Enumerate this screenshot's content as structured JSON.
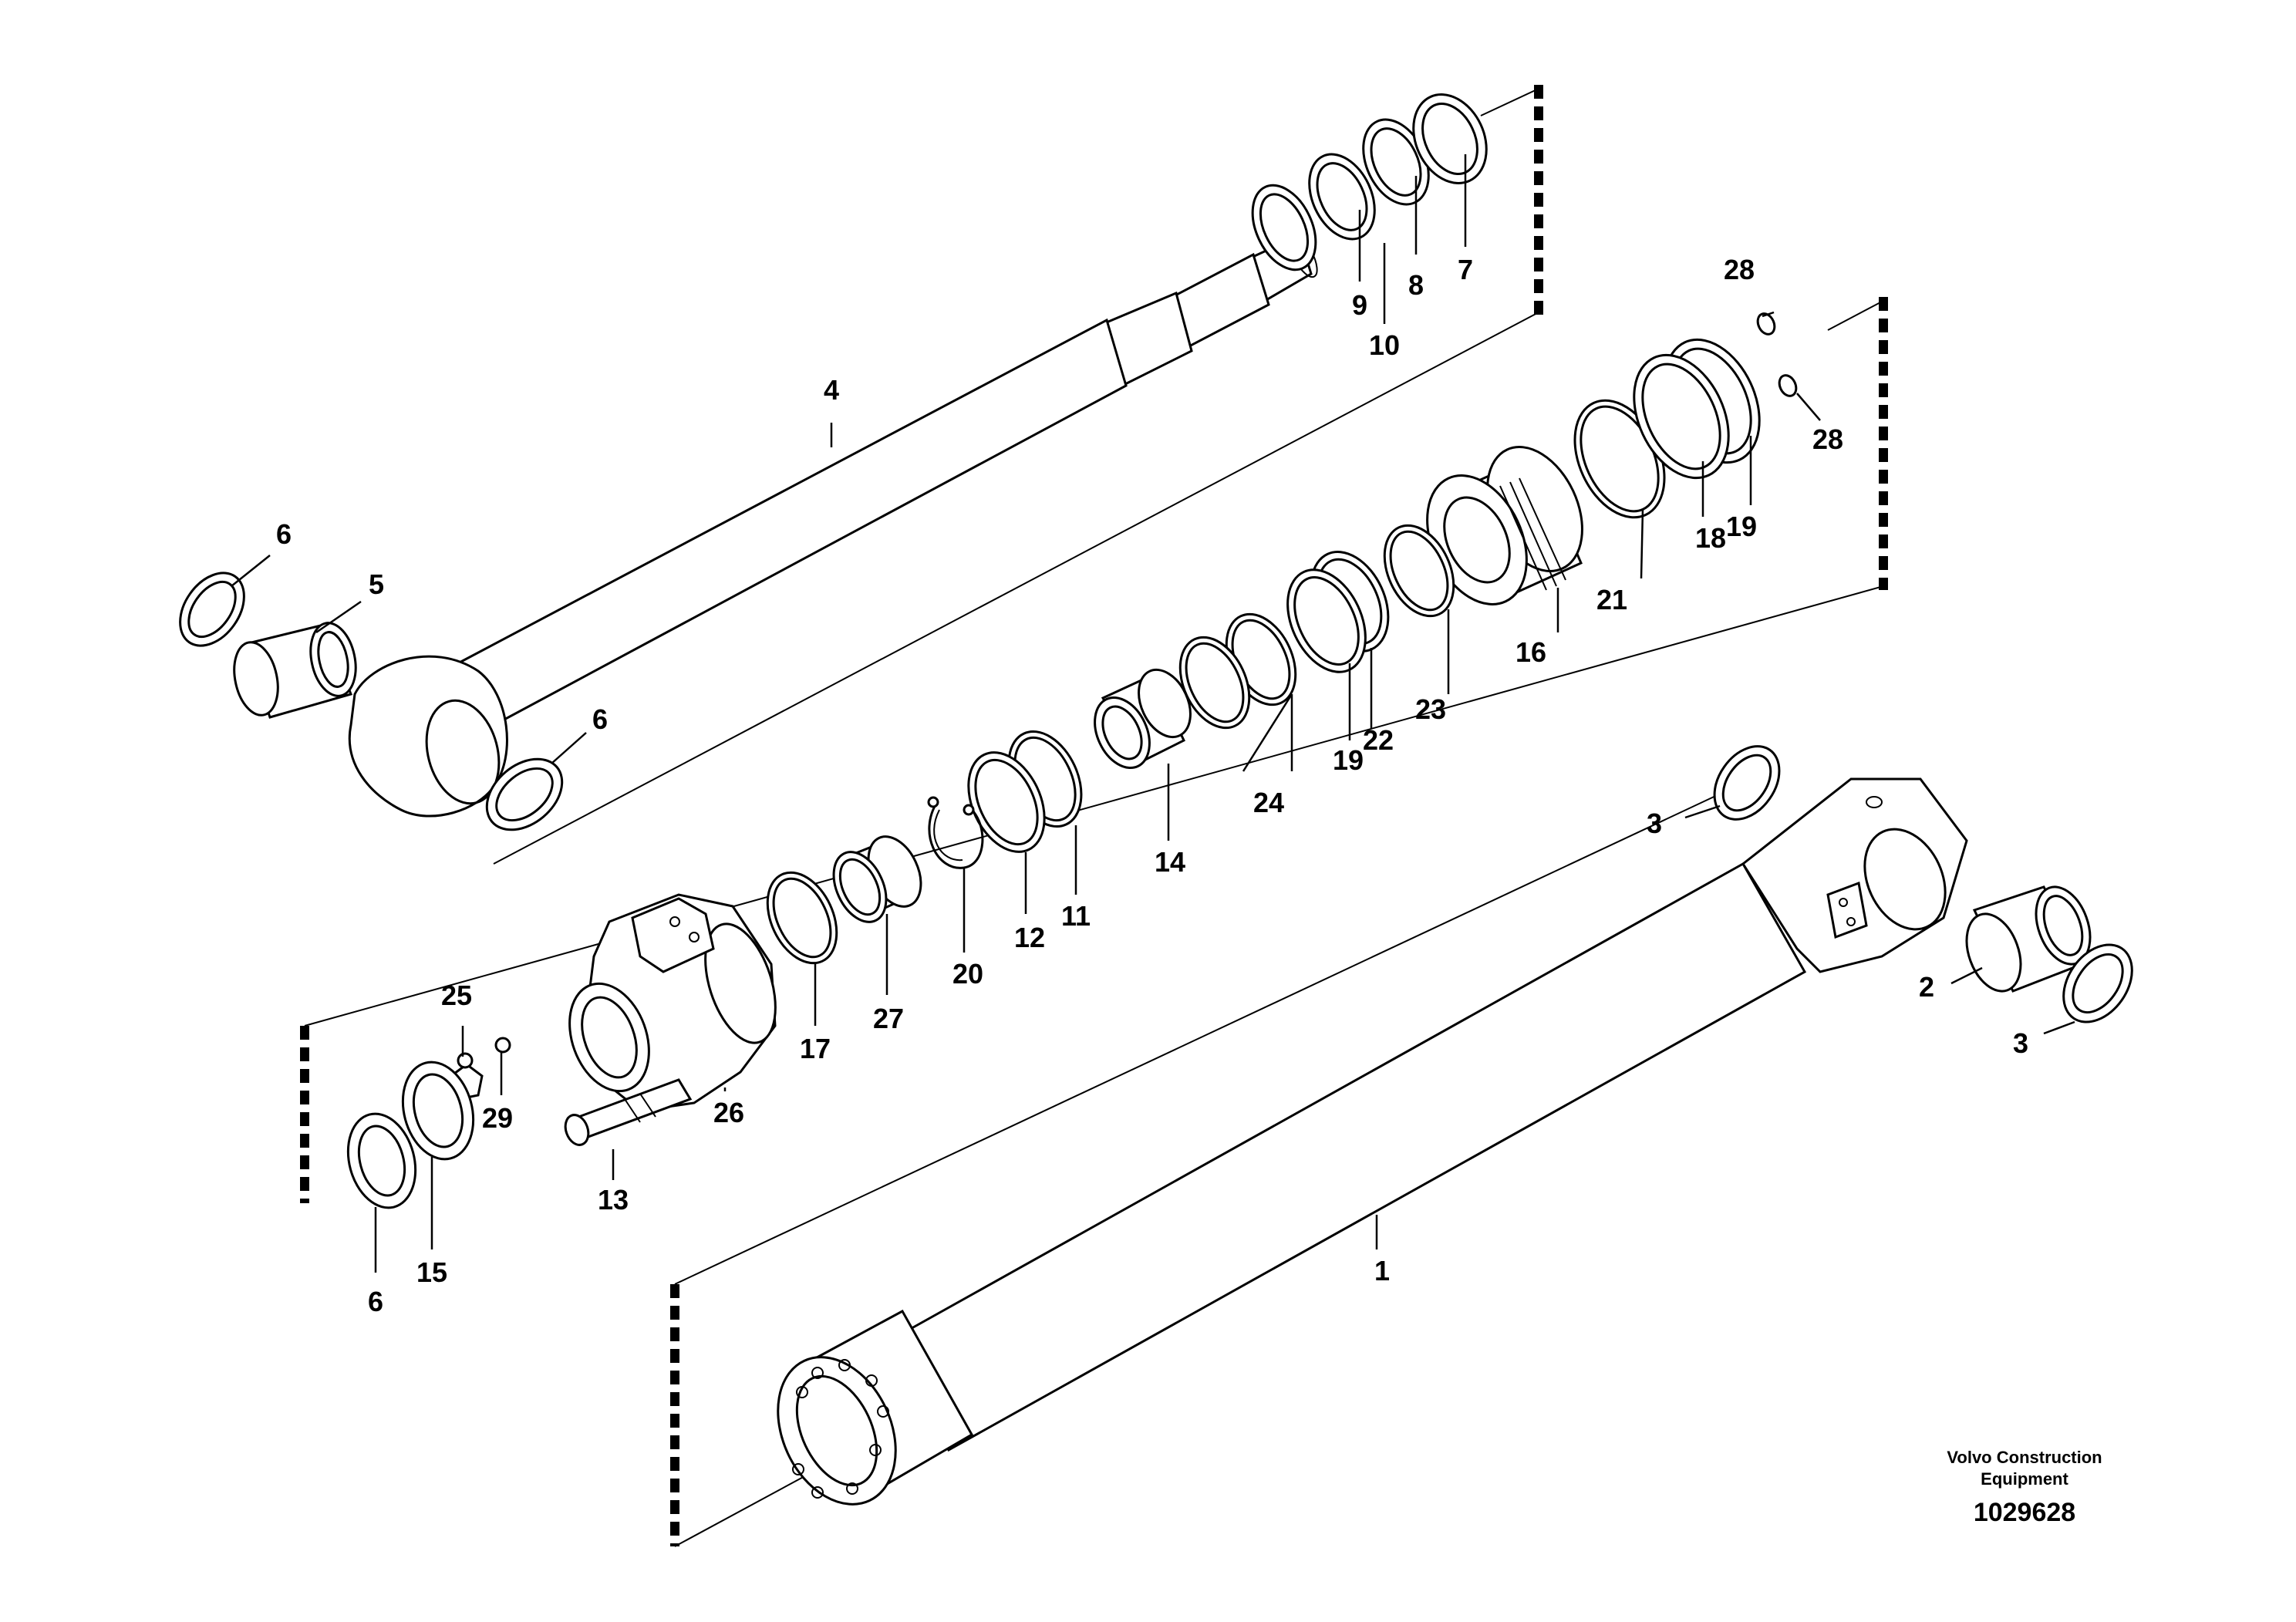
{
  "footer": {
    "company_line1": "Volvo Construction",
    "company_line2": "Equipment",
    "drawing_number": "1029628"
  },
  "labels": {
    "l1": "1",
    "l2": "2",
    "l3a": "3",
    "l3b": "3",
    "l4": "4",
    "l5": "5",
    "l6a": "6",
    "l6b": "6",
    "l6c": "6",
    "l7": "7",
    "l8": "8",
    "l9": "9",
    "l10": "10",
    "l11": "11",
    "l12": "12",
    "l13": "13",
    "l14": "14",
    "l15": "15",
    "l16": "16",
    "l17": "17",
    "l18": "18",
    "l19a": "19",
    "l19b": "19",
    "l20": "20",
    "l21": "21",
    "l22": "22",
    "l23": "23",
    "l24": "24",
    "l25": "25",
    "l26": "26",
    "l27": "27",
    "l28a": "28",
    "l28b": "28",
    "l29": "29"
  }
}
